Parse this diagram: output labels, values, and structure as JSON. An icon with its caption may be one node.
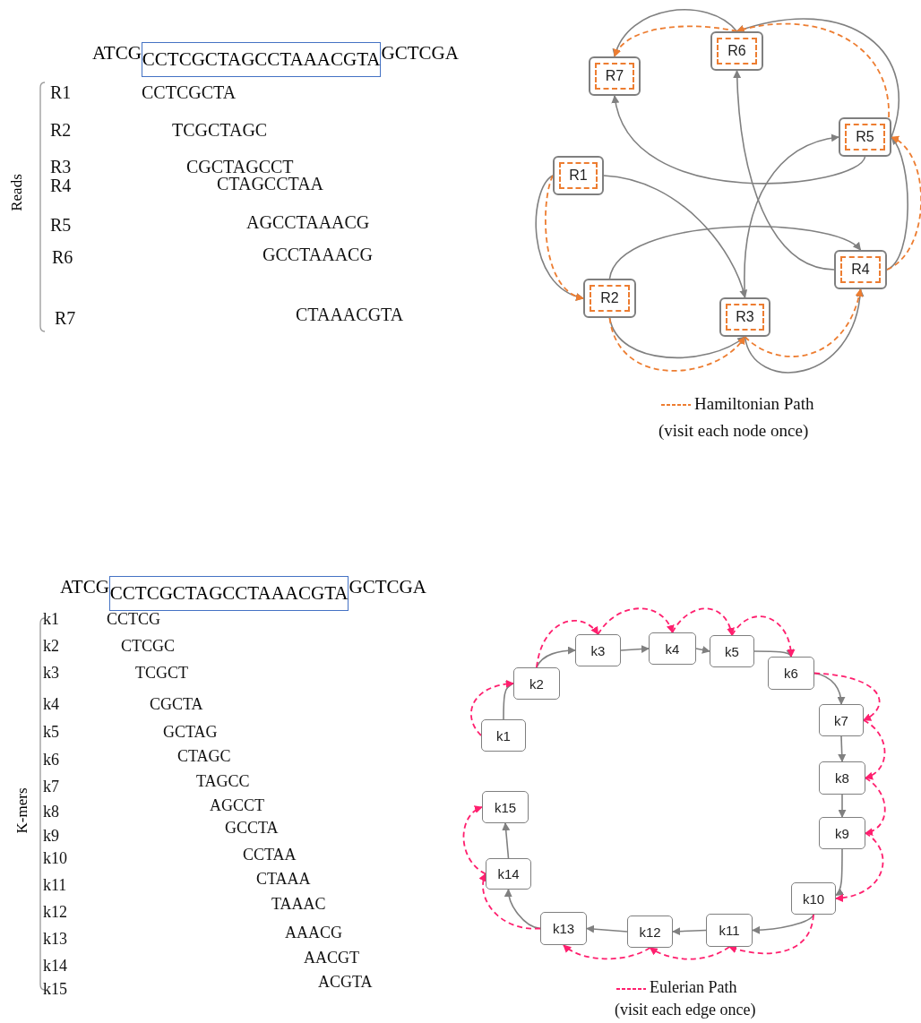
{
  "diagram": {
    "nodes": [
      {
        "text": [
          "R1"
        ]
      },
      {
        "text": [
          "R2"
        ]
      },
      {
        "text": [
          "R3"
        ]
      },
      {
        "text": [
          "R4"
        ]
      },
      {
        "text": [
          "R5"
        ]
      },
      {
        "text": [
          "R6"
        ]
      },
      {
        "text": [
          "R7"
        ]
      },
      {
        "text": [
          "k1"
        ]
      },
      {
        "text": [
          "k2"
        ]
      },
      {
        "text": [
          "k3"
        ]
      },
      {
        "text": [
          "k4"
        ]
      },
      {
        "text": [
          "k5"
        ]
      },
      {
        "text": [
          "k6"
        ]
      },
      {
        "text": [
          "k7"
        ]
      },
      {
        "text": [
          "k8"
        ]
      },
      {
        "text": [
          "k9"
        ]
      },
      {
        "text": [
          "k10"
        ]
      },
      {
        "text": [
          "k11"
        ]
      },
      {
        "text": [
          "k12"
        ]
      },
      {
        "text": [
          "k13"
        ]
      },
      {
        "text": [
          "k14"
        ]
      },
      {
        "text": [
          "k15"
        ]
      }
    ],
    "edges": [
      {
        "from": 0,
        "to": 1,
        "arrow": "to"
      },
      {
        "from": 0,
        "to": 1,
        "arrow": "to",
        "style": "dashed",
        "color": "#ed7d31"
      },
      {
        "from": 0,
        "to": 2,
        "arrow": "to"
      },
      {
        "from": 1,
        "to": 2,
        "arrow": "to"
      },
      {
        "from": 1,
        "to": 2,
        "arrow": "to",
        "style": "dashed",
        "color": "#ed7d31"
      },
      {
        "from": 1,
        "to": 3,
        "arrow": "to"
      },
      {
        "from": 2,
        "to": 3,
        "arrow": "to"
      },
      {
        "from": 2,
        "to": 3,
        "arrow": "to",
        "style": "dashed",
        "color": "#ed7d31"
      },
      {
        "from": 2,
        "to": 4,
        "arrow": "to"
      },
      {
        "from": 3,
        "to": 4,
        "arrow": "to"
      },
      {
        "from": 3,
        "to": 4,
        "arrow": "to",
        "style": "dashed",
        "color": "#ed7d31"
      },
      {
        "from": 3,
        "to": 5,
        "arrow": "to"
      },
      {
        "from": 4,
        "to": 5,
        "arrow": "to"
      },
      {
        "from": 4,
        "to": 5,
        "arrow": "to",
        "style": "dashed",
        "color": "#ed7d31"
      },
      {
        "from": 4,
        "to": 6,
        "arrow": "to"
      },
      {
        "from": 5,
        "to": 6,
        "arrow": "to"
      },
      {
        "from": 5,
        "to": 6,
        "arrow": "to",
        "style": "dashed",
        "color": "#ed7d31"
      },
      {
        "from": 7,
        "to": 8,
        "arrow": "to"
      },
      {
        "from": 8,
        "to": 9,
        "arrow": "to"
      },
      {
        "from": 9,
        "to": 10,
        "arrow": "to"
      },
      {
        "from": 10,
        "to": 11,
        "arrow": "to"
      },
      {
        "from": 11,
        "to": 12,
        "arrow": "to"
      },
      {
        "from": 12,
        "to": 13,
        "arrow": "to"
      },
      {
        "from": 13,
        "to": 14,
        "arrow": "to"
      },
      {
        "from": 14,
        "to": 15,
        "arrow": "to"
      },
      {
        "from": 15,
        "to": 16,
        "arrow": "to"
      },
      {
        "from": 16,
        "to": 17,
        "arrow": "to"
      },
      {
        "from": 17,
        "to": 18,
        "arrow": "to"
      },
      {
        "from": 18,
        "to": 19,
        "arrow": "to"
      },
      {
        "from": 19,
        "to": 20,
        "arrow": "to"
      },
      {
        "from": 20,
        "to": 21,
        "arrow": "to"
      },
      {
        "from": 7,
        "to": 8,
        "arrow": "to",
        "style": "dashed",
        "color": "#ff1f6e"
      },
      {
        "from": 8,
        "to": 9,
        "arrow": "to",
        "style": "dashed",
        "color": "#ff1f6e"
      },
      {
        "from": 9,
        "to": 10,
        "arrow": "to",
        "style": "dashed",
        "color": "#ff1f6e"
      },
      {
        "from": 10,
        "to": 11,
        "arrow": "to",
        "style": "dashed",
        "color": "#ff1f6e"
      },
      {
        "from": 11,
        "to": 12,
        "arrow": "to",
        "style": "dashed",
        "color": "#ff1f6e"
      },
      {
        "from": 12,
        "to": 13,
        "arrow": "to",
        "style": "dashed",
        "color": "#ff1f6e"
      },
      {
        "from": 13,
        "to": 14,
        "arrow": "to",
        "style": "dashed",
        "color": "#ff1f6e"
      },
      {
        "from": 14,
        "to": 15,
        "arrow": "to",
        "style": "dashed",
        "color": "#ff1f6e"
      },
      {
        "from": 15,
        "to": 16,
        "arrow": "to",
        "style": "dashed",
        "color": "#ff1f6e"
      },
      {
        "from": 16,
        "to": 17,
        "arrow": "to",
        "style": "dashed",
        "color": "#ff1f6e"
      },
      {
        "from": 17,
        "to": 18,
        "arrow": "to",
        "style": "dashed",
        "color": "#ff1f6e"
      },
      {
        "from": 18,
        "to": 19,
        "arrow": "to",
        "style": "dashed",
        "color": "#ff1f6e"
      },
      {
        "from": 19,
        "to": 20,
        "arrow": "to",
        "style": "dashed",
        "color": "#ff1f6e"
      },
      {
        "from": 20,
        "to": 21,
        "arrow": "to",
        "style": "dashed",
        "color": "#ff1f6e"
      }
    ],
    "labels": [
      "ATCG",
      "CCTCGCTAGCCTAAACGTA",
      "GCTCGA",
      "Reads",
      "R1",
      "CCTCGCTA",
      "R2",
      "TCGCTAGC",
      "R3",
      "CGCTAGCCT",
      "R4",
      "CTAGCCTAA",
      "R5",
      "AGCCTAAACG",
      "R6",
      "GCCTAAACG",
      "R7",
      "CTAAACGTA",
      "(visit each node once)",
      "ATCG",
      "CCTCGCTAGCCTAAACGTA",
      "GCTCGA",
      "K-mers",
      "k1",
      "CCTCG",
      "k2",
      "CTCGC",
      "k3",
      "TCGCT",
      "k4",
      "CGCTA",
      "k5",
      "GCTAG",
      "k6",
      "CTAGC",
      "k7",
      "TAGCC",
      "k8",
      "AGCCT",
      "k9",
      "GCCTA",
      "k10",
      "CCTAA",
      "k11",
      "CTAAA",
      "k12",
      "TAAAC",
      "k13",
      "AAACG",
      "k14",
      "AACGT",
      "k15",
      "ACGTA",
      "(visit each edge once)"
    ],
    "legend": [
      {
        "text": "Hamiltonian Path"
      },
      {
        "text": "Eulerian Path"
      }
    ]
  }
}
